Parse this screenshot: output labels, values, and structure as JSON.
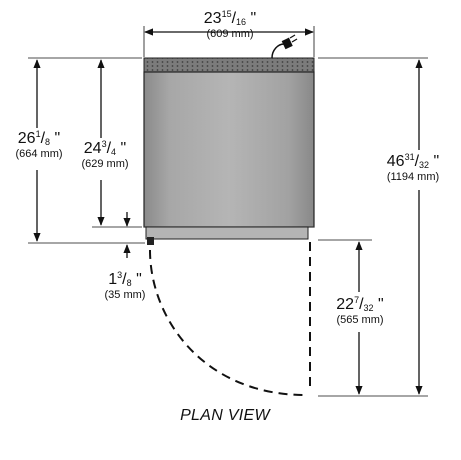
{
  "dimensions": {
    "width": {
      "whole": "23",
      "num": "15",
      "den": "16",
      "unit": "\"",
      "metric": "(609 mm)"
    },
    "depth_total": {
      "whole": "26",
      "num": "1",
      "den": "8",
      "unit": "\"",
      "metric": "(664 mm)"
    },
    "depth_body": {
      "whole": "24",
      "num": "3",
      "den": "4",
      "unit": "\"",
      "metric": "(629 mm)"
    },
    "door_thick": {
      "whole": "1",
      "num": "3",
      "den": "8",
      "unit": "\"",
      "metric": "(35 mm)"
    },
    "door_swing": {
      "whole": "22",
      "num": "7",
      "den": "32",
      "unit": "\"",
      "metric": "(565 mm)"
    },
    "depth_open": {
      "whole": "46",
      "num": "31",
      "den": "32",
      "unit": "\"",
      "metric": "(1194 mm)"
    }
  },
  "view_title": "PLAN VIEW",
  "icons": {
    "power_cord": "power-plug-icon"
  }
}
